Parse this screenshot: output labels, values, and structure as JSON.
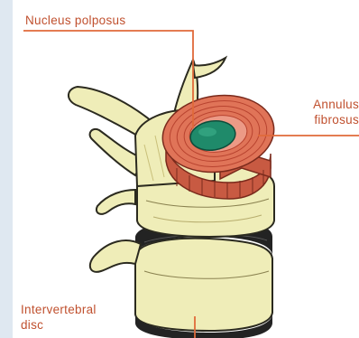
{
  "diagram": {
    "labels": {
      "nucleus": "Nucleus polposus",
      "annulus_line1": "Annulus",
      "annulus_line2": "fibrosus",
      "disc_line1": "Intervertebral",
      "disc_line2": "disc"
    },
    "colors": {
      "bone": "#efedb8",
      "bone_shade": "#c9c07a",
      "bone_dark": "#2b2a1f",
      "annulus": "#e07458",
      "annulus_ring": "#b8432f",
      "nucleus": "#1f8a6a",
      "leader": "#e06a3a",
      "label": "#c0502e",
      "disc_dark": "#232323"
    }
  }
}
